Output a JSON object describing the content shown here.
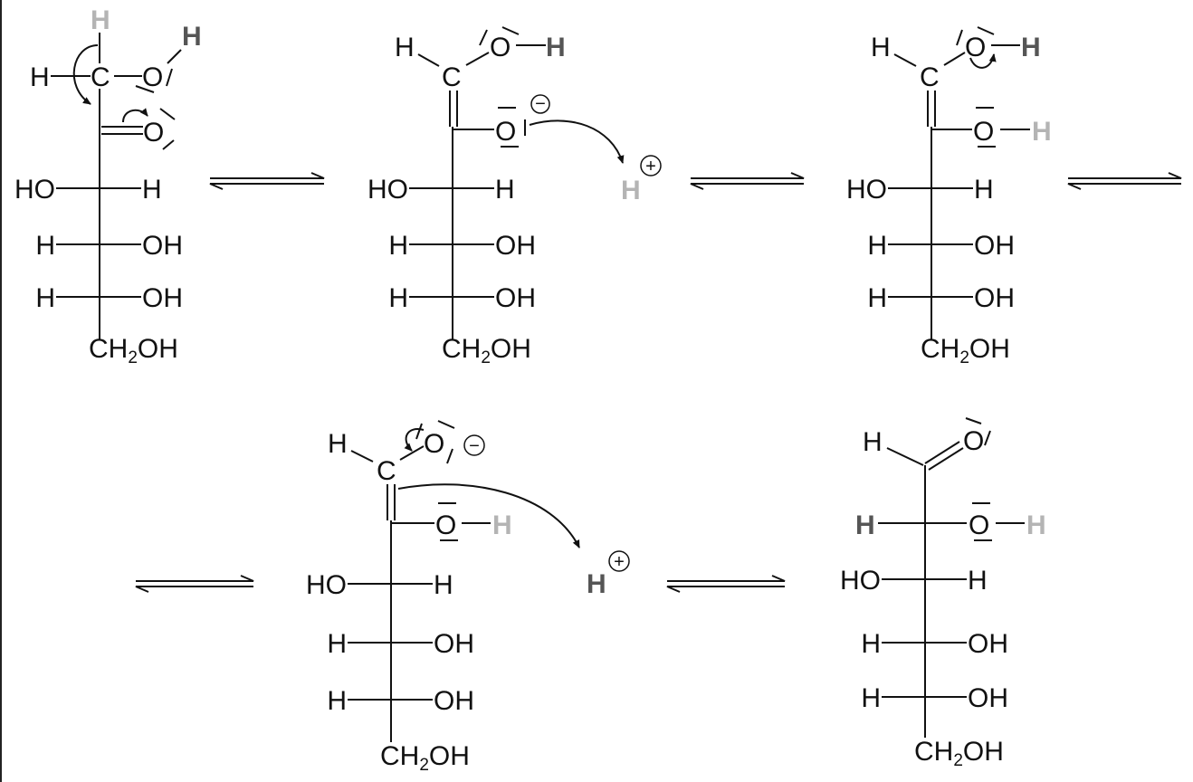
{
  "colors": {
    "ink": "#111111",
    "highlight_light": "#b4b4b4",
    "highlight_dark": "#555555"
  },
  "atoms": {
    "H": "H",
    "C": "C",
    "O": "O",
    "HO": "HO",
    "OH": "OH",
    "plus": "+",
    "minus": "−",
    "ch2oh_a": "CH",
    "ch2oh_sub": "2",
    "ch2oh_b": "OH"
  },
  "structures": [
    {
      "rows": [
        {
          "left": "HO",
          "right": "H"
        },
        {
          "left": "H",
          "right": "OH"
        },
        {
          "left": "H",
          "right": "OH"
        }
      ]
    },
    {
      "rows": [
        {
          "left": "HO",
          "right": "H"
        },
        {
          "left": "H",
          "right": "OH"
        },
        {
          "left": "H",
          "right": "OH"
        }
      ]
    },
    {
      "rows": [
        {
          "left": "HO",
          "right": "H"
        },
        {
          "left": "H",
          "right": "OH"
        },
        {
          "left": "H",
          "right": "OH"
        }
      ]
    },
    {
      "rows": [
        {
          "left": "HO",
          "right": "H"
        },
        {
          "left": "H",
          "right": "OH"
        },
        {
          "left": "H",
          "right": "OH"
        }
      ]
    },
    {
      "rows": [
        {
          "left": "HO",
          "right": "H"
        },
        {
          "left": "H",
          "right": "OH"
        },
        {
          "left": "H",
          "right": "OH"
        }
      ]
    }
  ],
  "equilibrium_arrows": 5
}
